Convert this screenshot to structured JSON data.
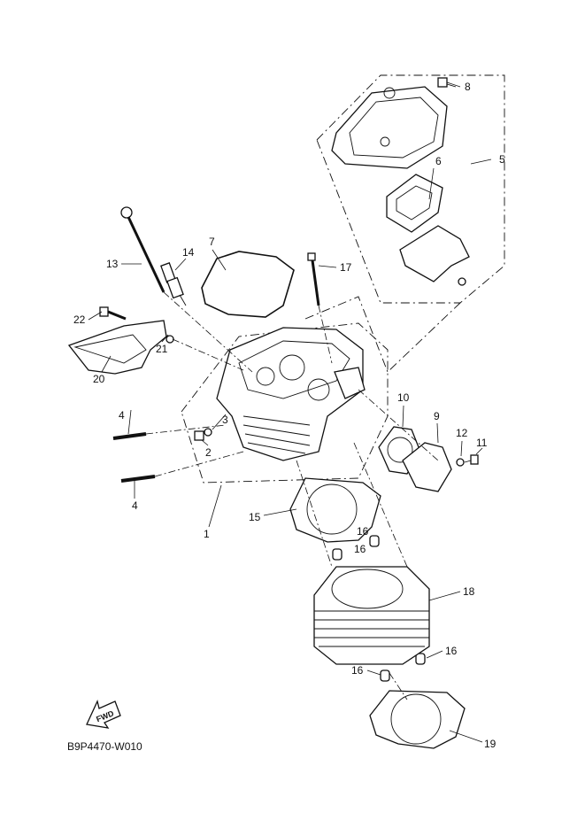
{
  "diagram": {
    "code": "B9P4470-W010",
    "fwd_label": "FWD",
    "callouts": [
      "1",
      "2",
      "3",
      "4",
      "4",
      "5",
      "6",
      "7",
      "8",
      "9",
      "10",
      "11",
      "12",
      "13",
      "14",
      "15",
      "16",
      "16",
      "16",
      "16",
      "17",
      "18",
      "19",
      "20",
      "21",
      "22"
    ]
  }
}
